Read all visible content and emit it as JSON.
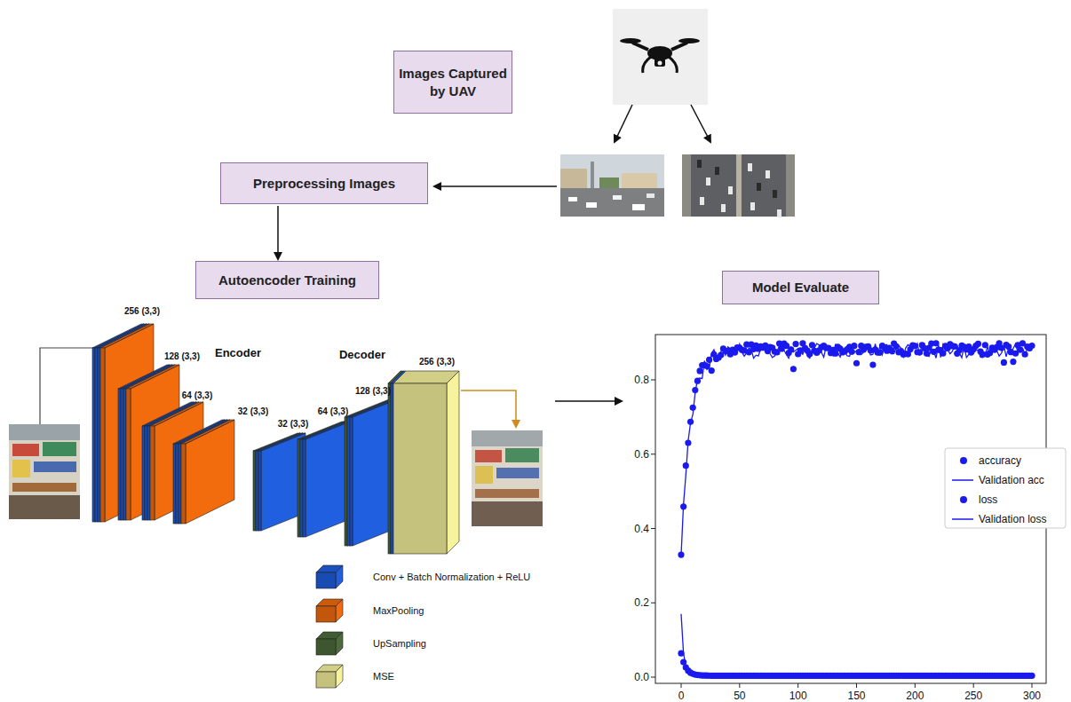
{
  "diagram": {
    "nodes": [
      {
        "text": [
          "Images Captured by UAV"
        ]
      },
      {
        "text": [
          "Preprocessing Images"
        ]
      },
      {
        "text": [
          "Autoencoder Training"
        ]
      },
      {
        "text": [
          "Model Evaluate"
        ]
      }
    ],
    "edges": [
      {
        "from": 1,
        "to": 2,
        "arrow": "to"
      }
    ],
    "labels": [
      "256 (3,3)",
      "128 (3,3)",
      "64 (3,3)",
      "32 (3,3)",
      "Encoder",
      "Decoder",
      "32 (3,3)",
      "64 (3,3)",
      "128 (3,3)",
      "256 (3,3)",
      "0.0",
      "0.2",
      "0.4",
      "0.6",
      "0.8",
      "0",
      "50",
      "100",
      "150",
      "200",
      "250",
      "300"
    ],
    "legend": [
      {
        "text": "accuracy"
      },
      {
        "text": "Validation acc"
      },
      {
        "text": "loss"
      },
      {
        "text": "Validation loss"
      },
      {
        "text": "Conv + Batch Normalization + ReLU",
        "color": "#1f5fe0"
      },
      {
        "text": "MaxPooling",
        "color": "#f26b0c"
      },
      {
        "text": "UpSampling",
        "color": "#4d6b3c"
      },
      {
        "text": "MSE",
        "color": "#f6f39c"
      }
    ]
  }
}
